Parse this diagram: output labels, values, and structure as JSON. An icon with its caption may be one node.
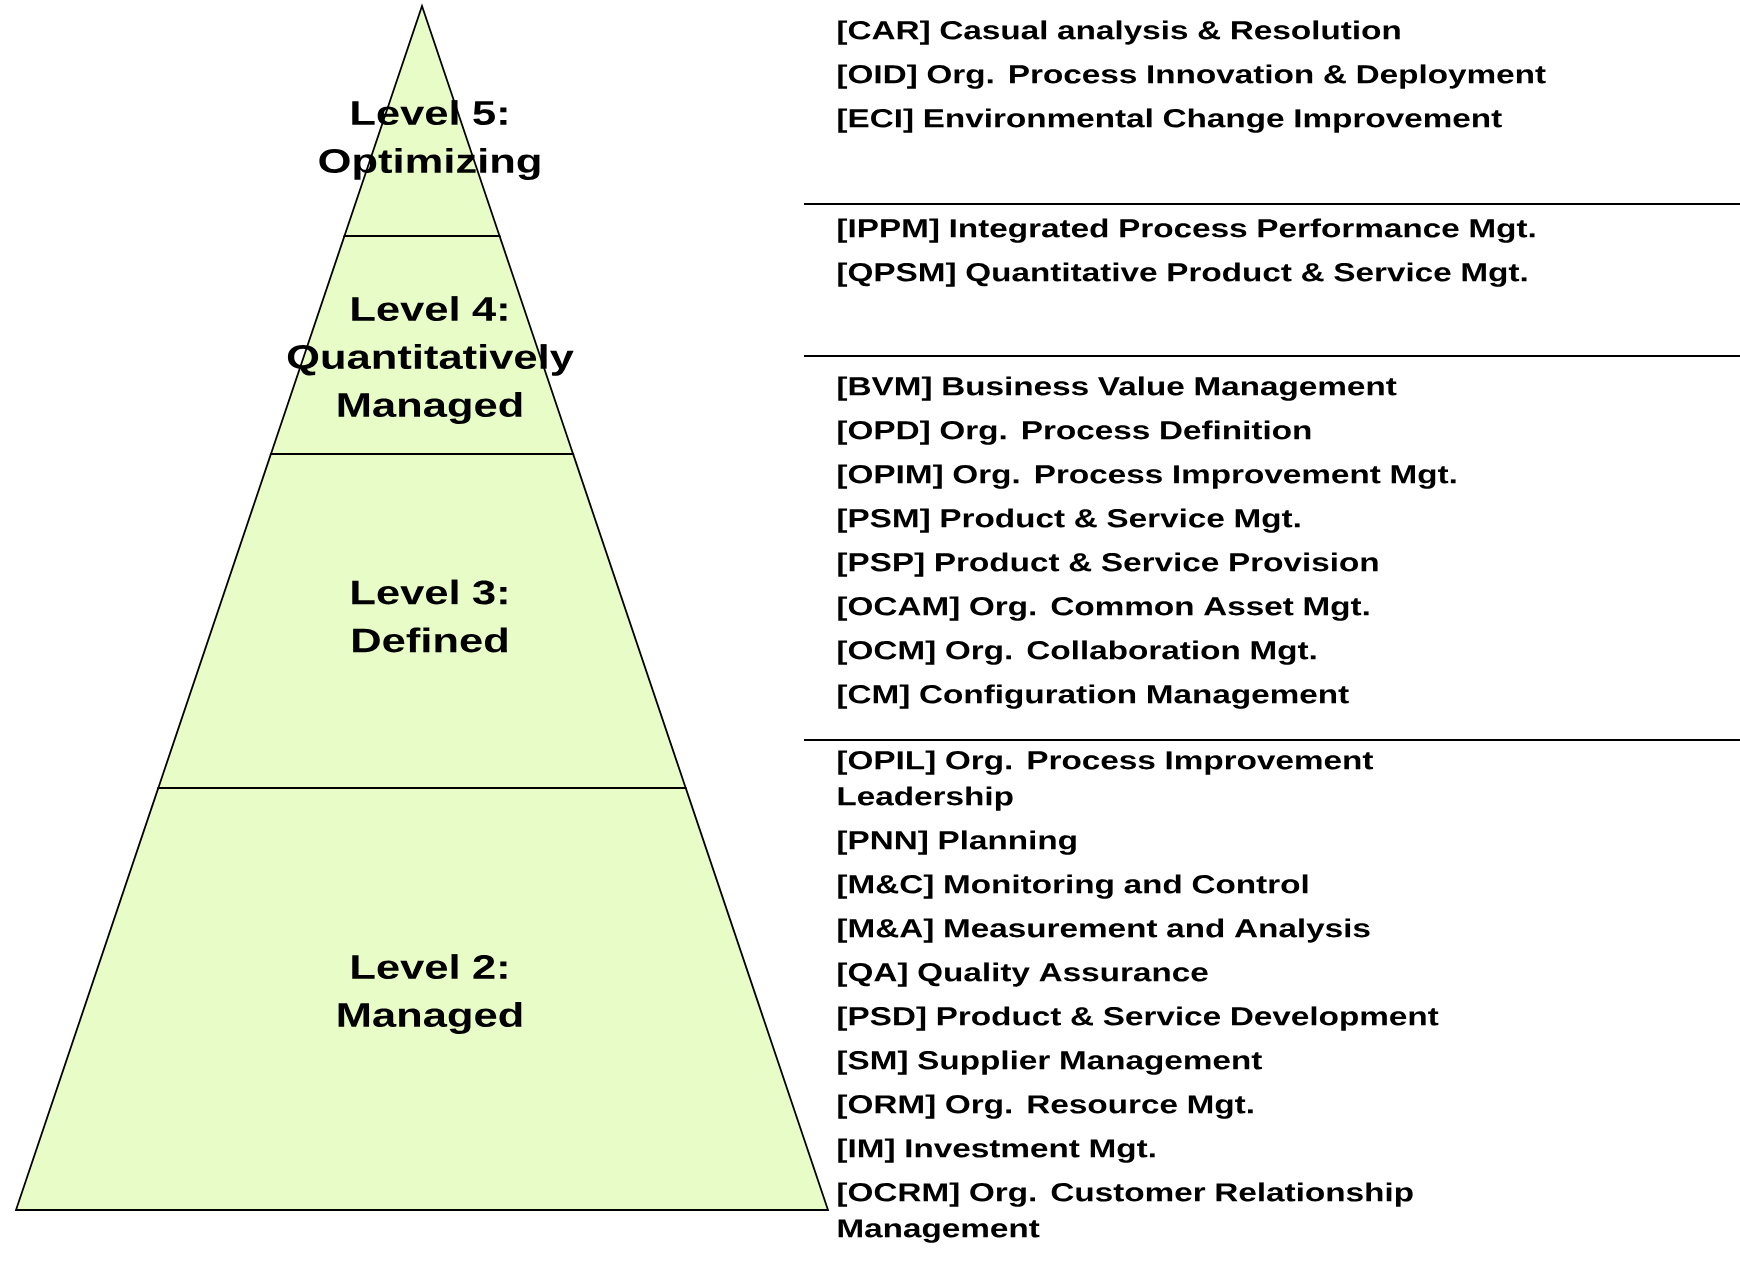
{
  "diagram": {
    "nodes": [
      {
        "text": [
          "Level 5: Optimizing"
        ],
        "beside": [
          "[CAR] Casual analysis & Resolution",
          "[OID] Org. Process Innovation & Deployment",
          "[ECI] Environmental Change Improvement"
        ]
      },
      {
        "text": [
          "Level 4: Quantitatively Managed"
        ],
        "beside": [
          "[IPPM] Integrated Process Performance Mgt.",
          "[QPSM] Quantitative Product & Service Mgt."
        ]
      },
      {
        "text": [
          "Level 3: Defined"
        ],
        "beside": [
          "[BVM] Business Value Management",
          "[OPD] Org. Process Definition",
          "[OPIM] Org. Process Improvement Mgt.",
          "[PSM] Product & Service Mgt.",
          "[PSP] Product & Service Provision",
          "[OCAM] Org. Common Asset Mgt.",
          "[OCM] Org. Collaboration Mgt.",
          "[CM] Configuration Management"
        ]
      },
      {
        "text": [
          "Level 2: Managed"
        ],
        "beside": [
          "[OPIL] Org. Process Improvement Leadership",
          "[PNN] Planning",
          "[M&C] Monitoring and Control",
          "[M&A] Measurement and Analysis",
          "[QA] Quality Assurance",
          "[PSD] Product & Service Development",
          "[SM] Supplier Management",
          "[ORM] Org. Resource Mgt.",
          "[IM] Investment Mgt.",
          "[OCRM] Org. Customer Relationship Management"
        ]
      }
    ]
  }
}
